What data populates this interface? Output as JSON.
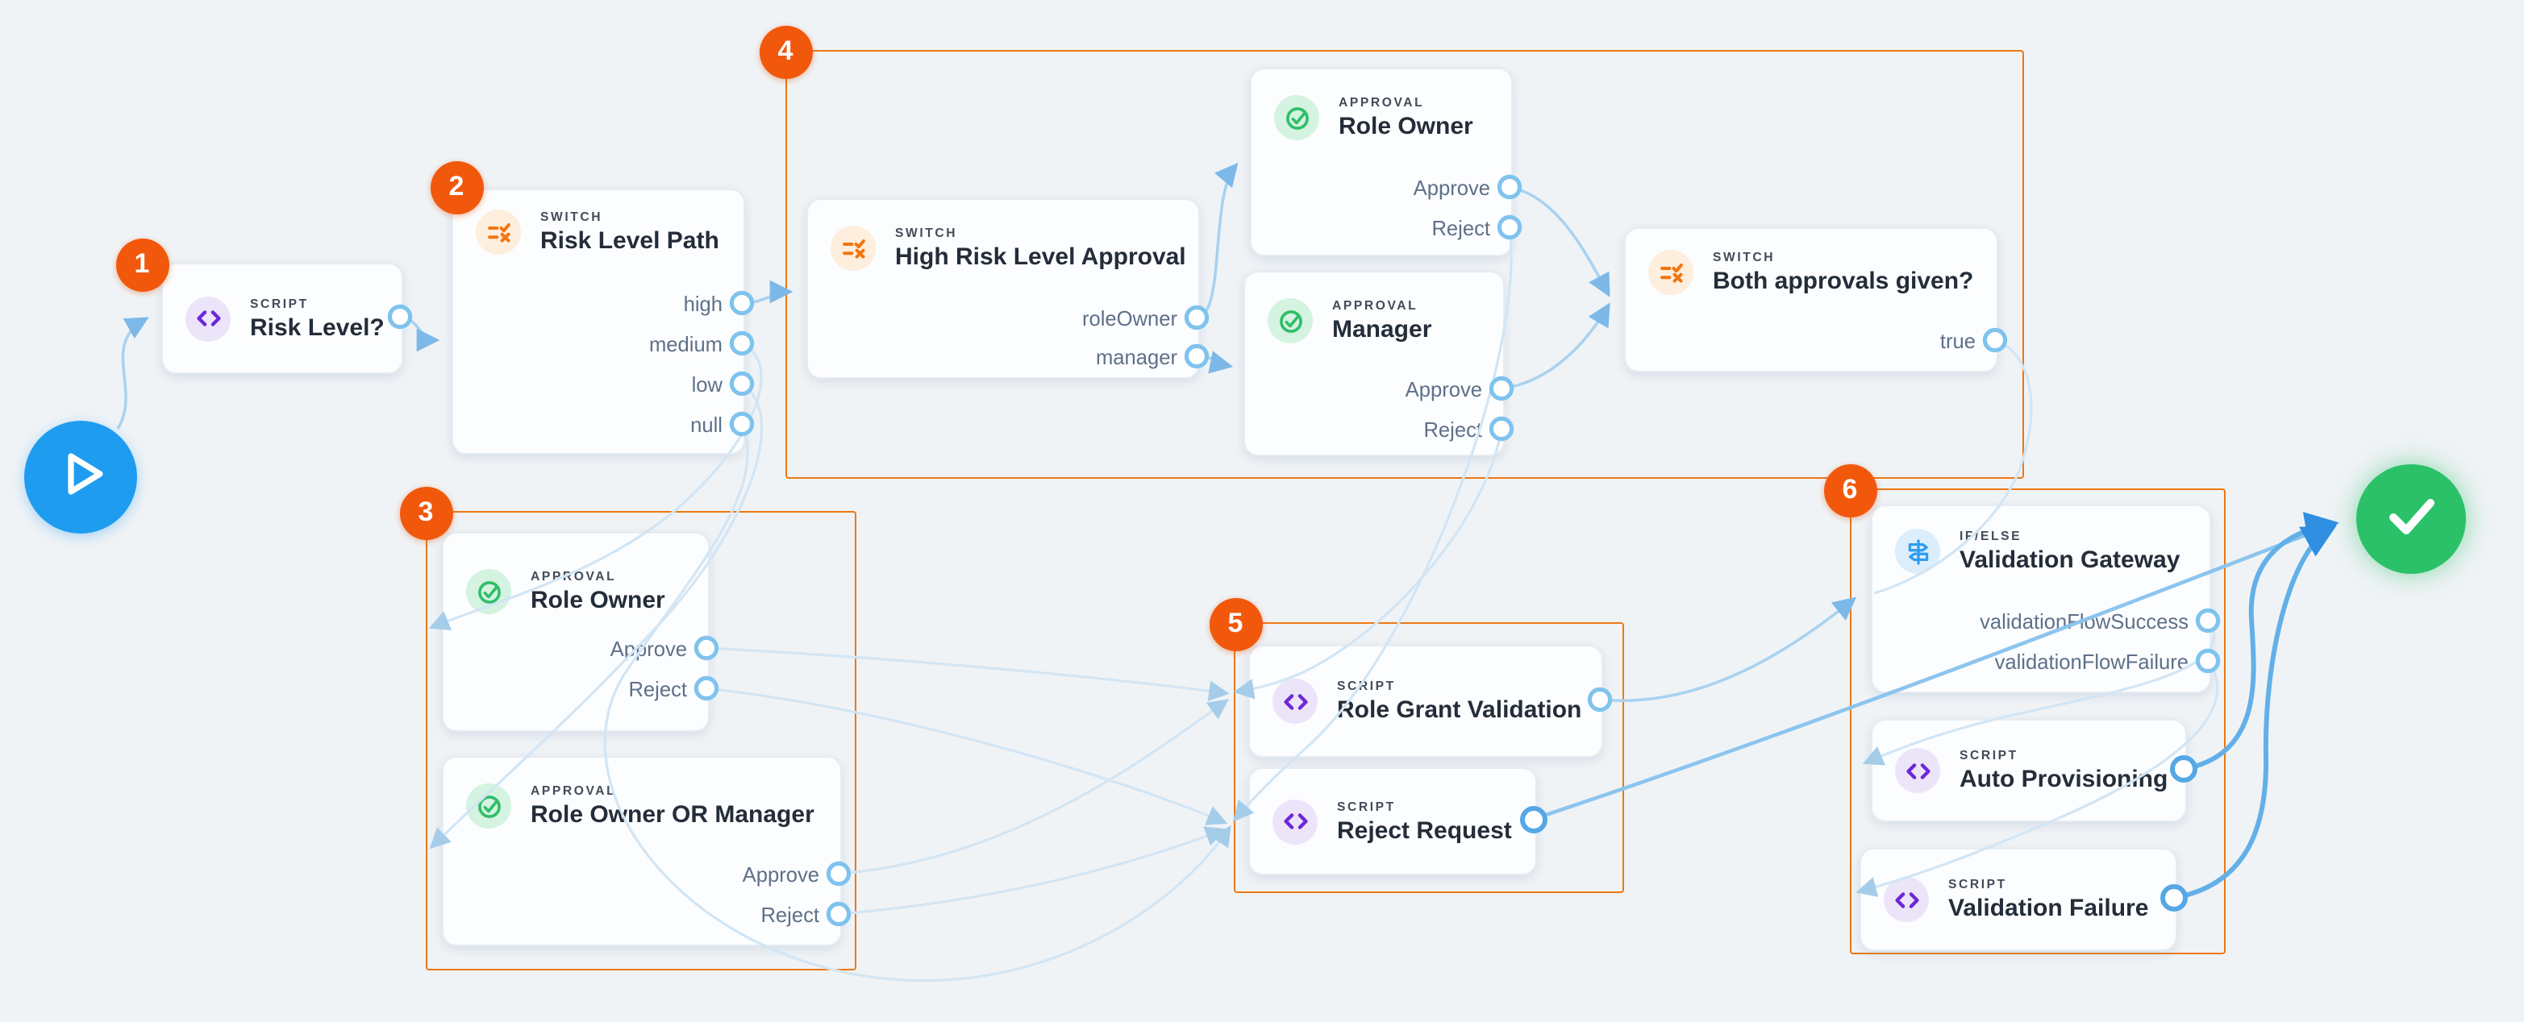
{
  "canvas": {
    "background": "#f0f3f6"
  },
  "colors": {
    "group_border": "#ed7711",
    "badge_bg": "#f2580c",
    "start_node_bg": "#1e9cf0",
    "end_node_bg": "#2bc169",
    "wire_faint": "#d2e5f4",
    "wire_medium": "#a9d2ef",
    "wire_strong": "#63b0e8",
    "port_ring": "#7fc3ee",
    "port_ring_strong": "#55a7e6",
    "script_icon": "#6d28d9",
    "switch_icon": "#f2750f",
    "approval_icon": "#2fbe69",
    "ifelse_icon": "#2e9bf0"
  },
  "start_node": {
    "icon": "play-icon"
  },
  "end_node": {
    "icon": "check-icon"
  },
  "badges": [
    {
      "number": "1"
    },
    {
      "number": "2"
    },
    {
      "number": "3"
    },
    {
      "number": "4"
    },
    {
      "number": "5"
    },
    {
      "number": "6"
    }
  ],
  "groups": [
    {
      "id": "group-3",
      "number": "3"
    },
    {
      "id": "group-4",
      "number": "4"
    },
    {
      "id": "group-5",
      "number": "5"
    },
    {
      "id": "group-6",
      "number": "6"
    }
  ],
  "nodes": [
    {
      "id": "risk-level",
      "kind": "script",
      "type_label": "SCRIPT",
      "title": "Risk Level?",
      "outputs": [
        ""
      ]
    },
    {
      "id": "risk-level-path",
      "kind": "switch",
      "type_label": "SWITCH",
      "title": "Risk Level Path",
      "outputs": [
        "high",
        "medium",
        "low",
        "null"
      ]
    },
    {
      "id": "role-owner-g3",
      "kind": "approval",
      "type_label": "APPROVAL",
      "title": "Role Owner",
      "outputs": [
        "Approve",
        "Reject"
      ]
    },
    {
      "id": "role-owner-or-manager",
      "kind": "approval",
      "type_label": "APPROVAL",
      "title": "Role Owner OR Manager",
      "outputs": [
        "Approve",
        "Reject"
      ]
    },
    {
      "id": "high-risk-level-approval",
      "kind": "switch",
      "type_label": "SWITCH",
      "title": "High Risk Level Approval",
      "outputs": [
        "roleOwner",
        "manager"
      ]
    },
    {
      "id": "role-owner-g4",
      "kind": "approval",
      "type_label": "APPROVAL",
      "title": "Role Owner",
      "outputs": [
        "Approve",
        "Reject"
      ]
    },
    {
      "id": "manager",
      "kind": "approval",
      "type_label": "APPROVAL",
      "title": "Manager",
      "outputs": [
        "Approve",
        "Reject"
      ]
    },
    {
      "id": "both-approvals",
      "kind": "switch",
      "type_label": "SWITCH",
      "title": "Both approvals given?",
      "outputs": [
        "true"
      ]
    },
    {
      "id": "role-grant-validation",
      "kind": "script",
      "type_label": "SCRIPT",
      "title": "Role Grant Validation",
      "outputs": [
        ""
      ]
    },
    {
      "id": "reject-request",
      "kind": "script",
      "type_label": "SCRIPT",
      "title": "Reject Request",
      "outputs": [
        ""
      ]
    },
    {
      "id": "validation-gateway",
      "kind": "ifelse",
      "type_label": "IF/ELSE",
      "title": "Validation Gateway",
      "outputs": [
        "validationFlowSuccess",
        "validationFlowFailure"
      ]
    },
    {
      "id": "auto-provisioning",
      "kind": "script",
      "type_label": "SCRIPT",
      "title": "Auto Provisioning",
      "outputs": [
        ""
      ]
    },
    {
      "id": "validation-failure",
      "kind": "script",
      "type_label": "SCRIPT",
      "title": "Validation Failure",
      "outputs": [
        ""
      ]
    }
  ],
  "wires": [
    {
      "from": "start",
      "to": "risk-level"
    },
    {
      "from": "risk-level",
      "to": "risk-level-path"
    },
    {
      "from": "risk-level-path.high",
      "to": "high-risk-level-approval"
    },
    {
      "from": "risk-level-path.medium",
      "to": "role-owner-g3"
    },
    {
      "from": "risk-level-path.low",
      "to": "role-owner-or-manager"
    },
    {
      "from": "risk-level-path.null",
      "to": "reject-request"
    },
    {
      "from": "high-risk-level-approval.roleOwner",
      "to": "role-owner-g4"
    },
    {
      "from": "high-risk-level-approval.manager",
      "to": "manager"
    },
    {
      "from": "role-owner-g4.Approve",
      "to": "both-approvals"
    },
    {
      "from": "manager.Approve",
      "to": "both-approvals"
    },
    {
      "from": "role-owner-g4.Reject",
      "to": "reject-request"
    },
    {
      "from": "manager.Reject",
      "to": "role-grant-validation"
    },
    {
      "from": "both-approvals.true",
      "to": "validation-gateway"
    },
    {
      "from": "role-grant-validation",
      "to": "validation-gateway"
    },
    {
      "from": "reject-request",
      "to": "end"
    },
    {
      "from": "validation-gateway.validationFlowSuccess",
      "to": "auto-provisioning"
    },
    {
      "from": "validation-gateway.validationFlowFailure",
      "to": "validation-failure"
    },
    {
      "from": "auto-provisioning",
      "to": "end"
    },
    {
      "from": "validation-failure",
      "to": "end"
    },
    {
      "from": "role-owner-or-manager.Approve",
      "to": "role-grant-validation"
    },
    {
      "from": "role-owner-or-manager.Reject",
      "to": "reject-request"
    },
    {
      "from": "role-owner-g3.Approve",
      "to": "role-grant-validation"
    },
    {
      "from": "role-owner-g3.Reject",
      "to": "reject-request"
    }
  ]
}
